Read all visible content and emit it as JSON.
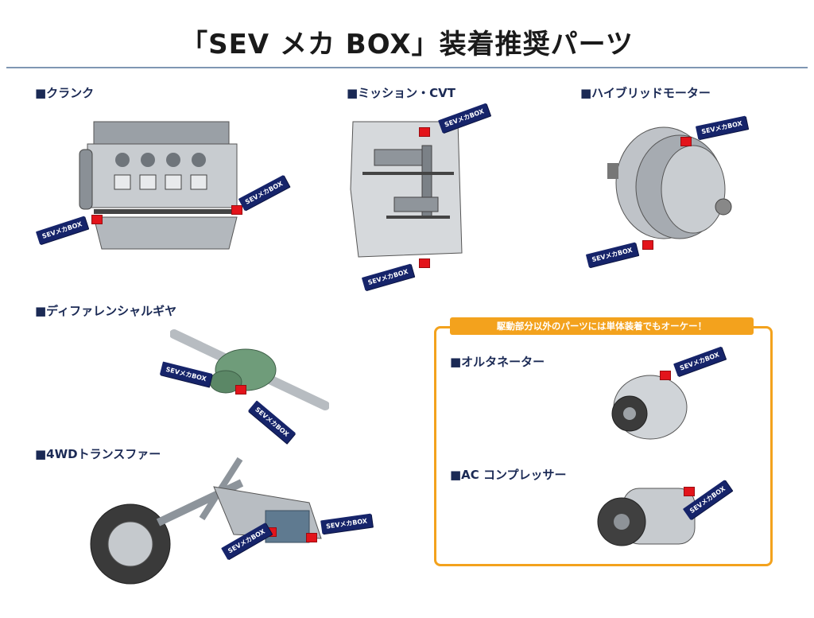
{
  "title": "「SEV メカ BOX」装着推奨パーツ",
  "tag_text": "SEVメカBOX",
  "colors": {
    "navy": "#1b2a55",
    "tag_bg": "#16246a",
    "marker_red": "#e3141b",
    "orange": "#f3a21d"
  },
  "sections": {
    "crank": "■クランク",
    "transmission": "■ミッション・CVT",
    "hybrid_motor": "■ハイブリッドモーター",
    "differential": "■ディファレンシャルギヤ",
    "transfer": "■4WDトランスファー",
    "alternator": "■オルタネーター",
    "ac_compressor": "■AC コンプレッサー"
  },
  "ok_banner": "駆動部分以外のパーツには単体装着でもオーケー！"
}
